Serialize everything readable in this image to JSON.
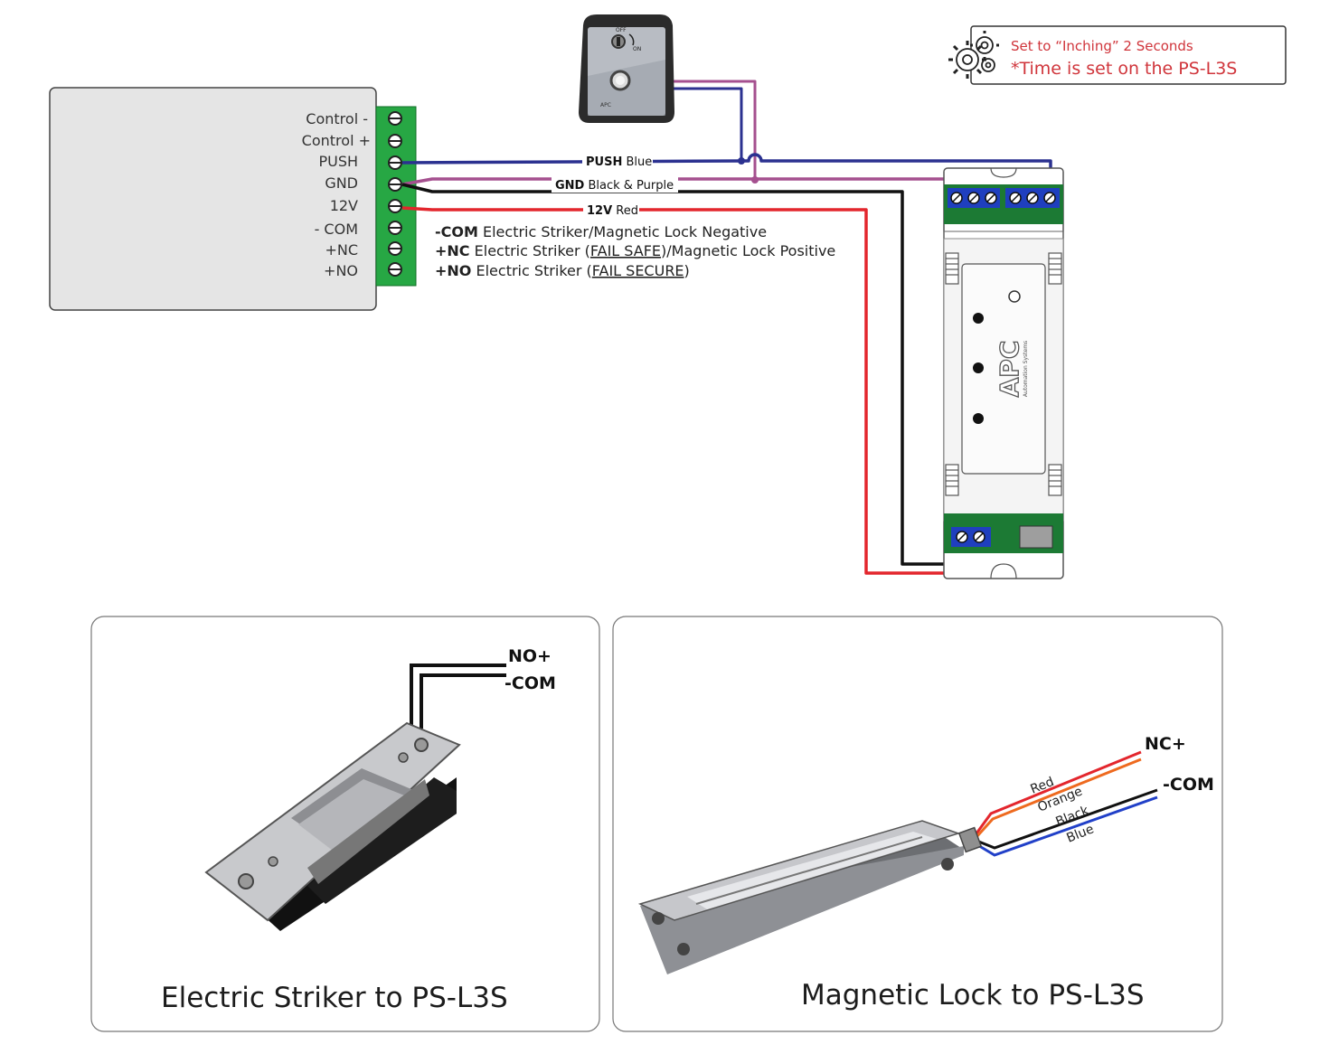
{
  "controller": {
    "terminals": [
      "Control -",
      "Control +",
      "PUSH",
      "GND",
      "12V",
      "- COM",
      "+NC",
      "+NO"
    ]
  },
  "wires": {
    "push": {
      "name": "PUSH",
      "color_name": "Blue",
      "color": "#2b3190"
    },
    "gnd": {
      "name": "GND",
      "color_name": "Black & Purple",
      "color": "#111111",
      "color2": "#a5508f"
    },
    "v12": {
      "name": "12V",
      "color_name": "Red",
      "color": "#e3262d"
    }
  },
  "descriptions": [
    {
      "term": "-COM",
      "pre": " Electric Striker/Magnetic Lock Negative",
      "underlined": "",
      "post": ""
    },
    {
      "term": "+NC",
      "pre": " Electric Striker (",
      "underlined": "FAIL SAFE",
      "post": ")/Magnetic Lock Positive"
    },
    {
      "term": "+NO",
      "pre": " Electric Striker (",
      "underlined": "FAIL SECURE",
      "post": ")"
    }
  ],
  "note": {
    "line1": "Set to “Inching” 2 Seconds",
    "line2": "*Time is set on the PS-L3S",
    "icon": "gears-icon"
  },
  "switch": {
    "off_label": "OFF",
    "on_label": "ON",
    "brand": "APC"
  },
  "module": {
    "brand": "APC",
    "sub": "Automation Systems"
  },
  "striker_panel": {
    "title": "Electric Striker to PS-L3S",
    "lead1": "NO+",
    "lead2": "-COM"
  },
  "maglock_panel": {
    "title": "Magnetic Lock to PS-L3S",
    "lead1": "NC+",
    "lead2": "-COM",
    "wire_colors": [
      "Red",
      "Orange",
      "Black",
      "Blue"
    ]
  },
  "colors": {
    "terminal_green": "#27a744",
    "module_green": "#1c7a34",
    "terminal_blue": "#1f3fbf",
    "accent_red": "#d0353b",
    "orange": "#ee6a1f"
  }
}
